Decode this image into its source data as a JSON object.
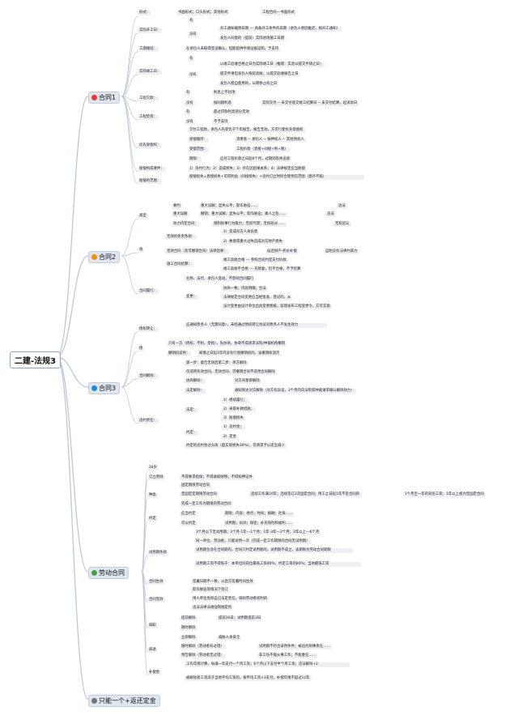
{
  "root": "二建-法规3",
  "main": [
    {
      "label": "合同1"
    },
    {
      "label": "合同2"
    },
    {
      "label": "合同3"
    },
    {
      "label": "劳动合同"
    },
    {
      "label": "只能一个+返还定金"
    }
  ],
  "nodes": {
    "g1_1": "形式：",
    "g1_1a": "书面形式；口头形式；其他形式",
    "g1_1b": "工程合同---书面形式",
    "g1_2": "实际开工日：",
    "g1_2a": "有",
    "g1_2b": "没有",
    "g1_2c": "开工通知载明日期 --- 具备开工条件的日期（承包人原因推迟，按开工通知）",
    "g1_2d": "发包人同意的（提前）实际进场施工日期",
    "g1_3": "工期顺延：",
    "g1_3a": "在承包人未取得签证确认，但能提供申请证据证明，予支持",
    "g1_4": "实际竣工日：",
    "g1_4a": "有",
    "g1_4b": "没有",
    "g1_4c": "以竣工验收合格之日为实际竣工日（推理：实验以提交申请之日）",
    "g1_4d": "提交申请但发包人拖延验收，以提交验收报告之日",
    "g1_4e": "发包人擅自使用的，以转移占有之日",
    "g1_5": "工程欠款：",
    "g1_5a": "有",
    "g1_5b": "没有",
    "g1_5c": "利息上不封顶",
    "g1_5d": "按同期利息",
    "g1_5e": "实际交付 -- 未交付提交竣工结算日 -- 未交付结算，起诉诉日",
    "g1_6": "工程垫资：",
    "g1_6a": "有",
    "g1_6b": "没有",
    "g1_6c": "超过贷款利息部分无效",
    "g1_6d": "不予支持",
    "g1_7": "优先受偿权：",
    "g1_7a": "欠付工程款，承包人先受优于个年报告，报告无效，方可行使优先受偿权",
    "g1_7b": "受偿顺序：",
    "g1_7c": "消费者 -- 承包人 -- 抵押权人 -- 其他债权人",
    "g1_7d": "受偿范围：",
    "g1_7e": "工程价款（直接+间接+利+税）",
    "g1_7f": "期限：",
    "g1_7g": "应付工程价款之日起6个月，过期则丧失追索",
    "g1_8": "赔偿构成要件：",
    "g1_8a": "1）违约行为；2）造成损失；3）存在因因果关系；4）法律规定应当赔偿",
    "g1_9": "赔偿的范围：",
    "g1_9a": "赔偿损失=直接损失+可得利益（间接损失）+违约订立时所合理预见范围（意外不赔）",
    "g2_1": "类型",
    "g2_1a": "要约",
    "g2_1b": "重大误解",
    "g2_1c": "重大误解；显失公平；欺诈胁迫……",
    "g2_1d": "撤销；重大误解；显失公平；欺诈胁迫；乘人之危……",
    "g2_1e": "违法",
    "g2_1f": "违法",
    "g2_1g": "效力待定合同：",
    "g2_1h": "限制民事行为能力；无权代理；无权处分……",
    "g2_1i": "无权追认",
    "g2_2": "效",
    "g2_2a": "无效的免责条款：",
    "g2_2b": "1）造成对方人身伤害",
    "g2_2c": "2）故意或重大过失造成对方财产损失",
    "g2_2d": "无效合同（及可撤销合同）法律后果：",
    "g2_2e": "返还财产-折价补偿",
    "g2_2f": "自始没有法律约束力",
    "g2_2g": "施工合同结算：",
    "g2_2h": "竣工验收合格 --- 参照合同约定支付价款",
    "g2_2i": "竣工验收不合格 --- 先修复，仍不合格，不予结算",
    "g2_3": "合同履行：",
    "g2_3a": "名称、法代、承包人变动，不影响合同履行",
    "g2_3b": "变更：",
    "g2_3c": "协商一致；内容明确；合法",
    "g2_3d": "法律规定合同变更应当经批准、登记的，从",
    "g2_3e": "设计变更由设计单位出具变更图纸，监理发布工程变更令，方可实施",
    "g3_1": "债权转让：",
    "g3_1a": "应通知债务人（无需同意），未经通过债权转让协议对债务人不发生效力",
    "g3_2": "债",
    "g3_2a": "只有一方（债权、不利、受损），先协商，协商不成请求法院/仲裁机构撤销",
    "g3_2b": "撤销权适用：",
    "g3_2c": "知情之日起1年内没有行使撤销权的，该撤销权消灭",
    "g3_3": "合同解除：",
    "g3_3a": "第一步：督告无效后第二步：单方解除",
    "g3_3b": "仅适用有效合同，无效合同、可撤销合同不适用合同解除",
    "g3_3c": "协商解除：",
    "g3_3d": "对方同意即解除",
    "g3_3e": "法定解除：",
    "g3_3f": "通知到达对方解除（对方有异议，3个月内向法院或仲裁请求确认解除效力）",
    "g3_4": "违约责任：",
    "g3_4a": "法定：",
    "g3_4b": "1）继续履行；",
    "g3_4c": "2）采取补救措施；",
    "g3_4d": "3）赔偿损失",
    "g3_4e": "约定：",
    "g3_4f": "1）违约金；",
    "g3_4g": "2）定金",
    "g3_4h": "约定的违约金过分高（超实际损失30%），可请求予以适当减少",
    "g4_1": "18岁",
    "g4_2": "订立原则",
    "g4_2a": "不得要求担保；不得收取财物；不得扣押证件",
    "g4_3": "种类",
    "g4_3a": "固定期限劳动合同",
    "g4_3b": "无固定定期限劳动合同",
    "g4_3c": "连续工作满10年；连续签订2次固定合同；用工之日起1年不签合同的",
    "g4_3d": "1个月至一年的双倍工资；1年以上视为无固定合同",
    "g4_3e": "完成一定工作为期限的劳动合同",
    "g4_4": "约定",
    "g4_4a": "应当约定",
    "g4_4b": "期限；内容；地点；时间；报酬；社保……",
    "g4_4c": "可以约定",
    "g4_4d": "试用期；培训；保密；补充保险和福利……",
    "g4_5": "试用期条款",
    "g4_5a": "3个月以下无试用期；3个月-1年---1个月；1年-3年---2个月；3年以上---6个月",
    "g4_5b": "同一单位、劳动者，只能试用一次（完成一定工作期限的合同无试用期）",
    "g4_5c": "试用期包含在合同期内，合同只约定试用期的，试用期不成立，该期限为劳动合同期限",
    "g4_5d": "试用期工资不得低于：本单位同岗位最低工资80%；约定工资的80%；当地最低工资",
    "g4_6": "合同生效",
    "g4_6a": "签署日期不一致，以后方签署时间生效",
    "g4_7": "合同无效",
    "g4_7a": "欺诈胁迫等情况下签订",
    "g4_7b": "用人单位免除自己法定责任，排除劳动者权利的",
    "g4_7c": "违法法律法规强制规定的",
    "g4_8": "辞职",
    "g4_8a": "提前解除",
    "g4_8b": "提前30日；试用期提前3日",
    "g4_8c": "随时解除",
    "g4_9": "辞退",
    "g4_9a": "立即解除",
    "g4_9b": "威胁人身安全",
    "g4_9c": "随时解除（劳动者有过错）",
    "g4_9d": "试用期不符合录用条件；被追究刑事责任……",
    "g4_9e": "预告解除（劳动者无过错）",
    "g4_9f": "非工伤不能从事工作；不能胜任……",
    "g4_10": "补偿金",
    "g4_10a": "工作年限计算，每满一年支付一个月工资；6个月以下支付半个月工资；违法解除+2",
    "g4_10b": "被解除者工资高于当地平均工资的，按平均工资×3支付，补偿年限不超过12年"
  }
}
